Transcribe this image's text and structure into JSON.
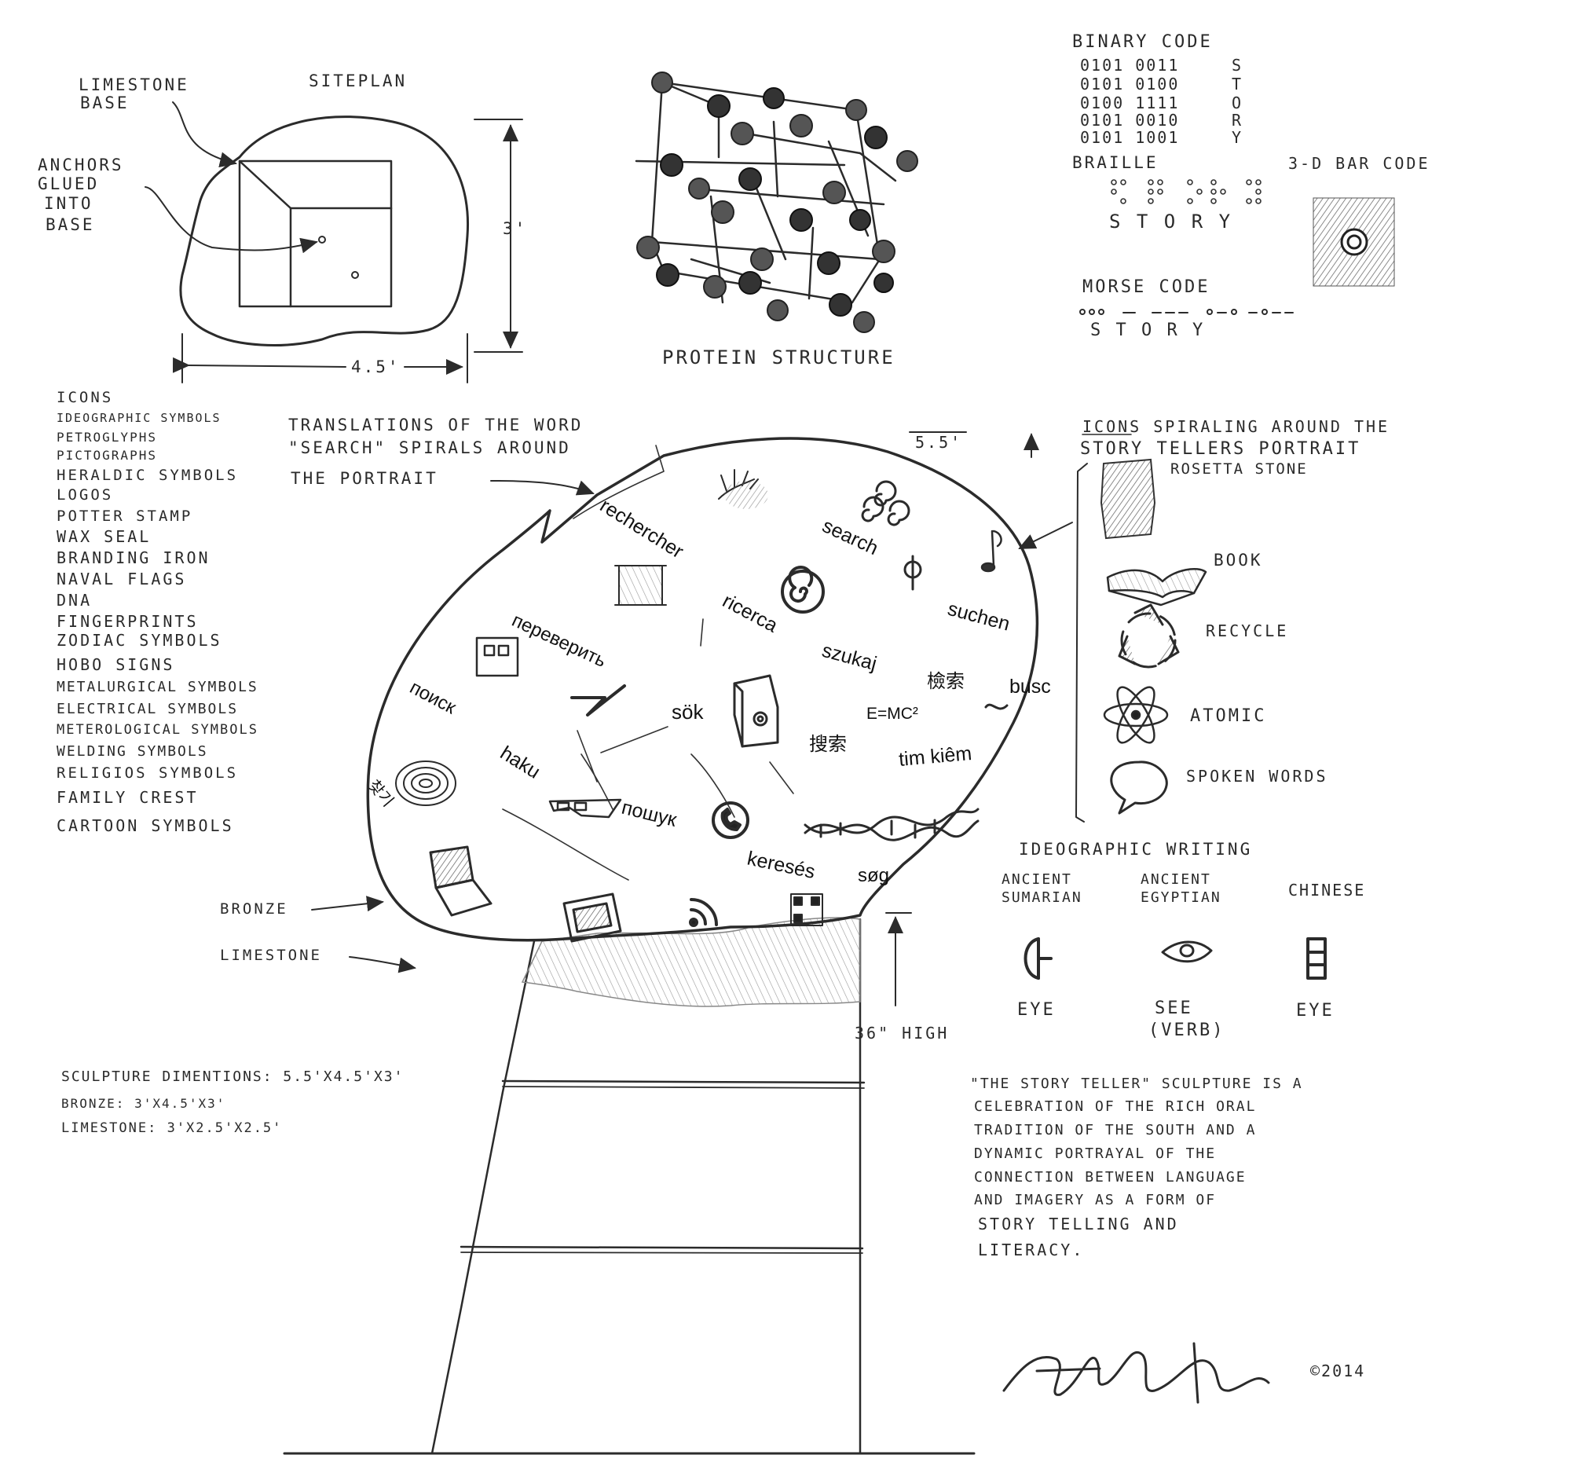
{
  "site_plan": {
    "title": "SITEPLAN",
    "label_limestone_base": [
      "LIMESTONE",
      "BASE"
    ],
    "label_anchors": [
      "ANCHORS",
      "GLUED",
      "INTO",
      "BASE"
    ],
    "dim_depth": "3'",
    "dim_width": "4.5'"
  },
  "protein": {
    "label": "PROTEIN STRUCTURE"
  },
  "codes": {
    "binary_title": "BINARY CODE",
    "binary_rows": [
      {
        "bits": "0101 0011",
        "letter": "S"
      },
      {
        "bits": "0101 0100",
        "letter": "T"
      },
      {
        "bits": "0100 1111",
        "letter": "O"
      },
      {
        "bits": "0101 0010",
        "letter": "R"
      },
      {
        "bits": "0101 1001",
        "letter": "Y"
      }
    ],
    "braille_title": "BRAILLE",
    "braille_word": "S T O R Y",
    "barcode_title": "3-D BAR CODE",
    "morse_title": "MORSE CODE",
    "morse_word": "S  T  O  R  Y"
  },
  "icons_list": {
    "items": [
      "ICONS",
      "IDEOGRAPHIC SYMBOLS",
      "PETROGLYPHS",
      "PICTOGRAPHS",
      "HERALDIC SYMBOLS",
      "LOGOS",
      "POTTER STAMP",
      "WAX SEAL",
      "BRANDING IRON",
      "NAVAL FLAGS",
      "DNA",
      "FINGERPRINTS",
      "ZODIAC SYMBOLS",
      "HOBO SIGNS",
      "METALURGICAL SYMBOLS",
      "ELECTRICAL SYMBOLS",
      "METEROLOGICAL SYMBOLS",
      "WELDING SYMBOLS",
      "RELIGIOS SYMBOLS",
      "FAMILY CREST",
      "CARTOON SYMBOLS"
    ]
  },
  "translations_note": {
    "lines": [
      "TRANSLATIONS OF THE WORD",
      "\"SEARCH\" SPIRALS AROUND",
      "THE PORTRAIT"
    ]
  },
  "icons_spiral": {
    "title_line1": "ICONS SPIRALING AROUND THE",
    "title_line2": "STORY TELLERS PORTRAIT",
    "height_label": "5.5'",
    "legend": [
      {
        "label": "ROSETTA STONE",
        "icon": "rosetta-stone-icon"
      },
      {
        "label": "BOOK",
        "icon": "book-icon"
      },
      {
        "label": "RECYCLE",
        "icon": "recycle-icon"
      },
      {
        "label": "ATOMIC",
        "icon": "atom-icon"
      },
      {
        "label": "SPOKEN WORDS",
        "icon": "speech-bubble-icon"
      }
    ]
  },
  "sculpture_words": {
    "words": [
      "rechercher",
      "search",
      "ricerca",
      "suchen",
      "szukaj",
      "переверить",
      "поиск",
      "sök",
      "haku",
      "пошук",
      "keresés",
      "søg",
      "tim kiêm",
      "檢索",
      "搜索",
      "busc",
      "찾기",
      "E=MC²"
    ]
  },
  "materials": {
    "bronze": "BRONZE",
    "limestone": "LIMESTONE",
    "base_height": "36\" HIGH"
  },
  "ideographic": {
    "title": "IDEOGRAPHIC WRITING",
    "columns": [
      {
        "header": [
          "ANCIENT",
          "SUMARIAN"
        ],
        "meaning": [
          "EYE"
        ],
        "icon": "sumerian-eye-icon"
      },
      {
        "header": [
          "ANCIENT",
          "EGYPTIAN"
        ],
        "meaning": [
          "SEE",
          "(VERB)"
        ],
        "icon": "egyptian-eye-icon"
      },
      {
        "header": [
          "CHINESE"
        ],
        "meaning": [
          "EYE"
        ],
        "icon": "chinese-eye-icon"
      }
    ]
  },
  "dimensions": {
    "lines": [
      "SCULPTURE DIMENTIONS: 5.5'X4.5'X3'",
      "BRONZE: 3'X4.5'X3'",
      "LIMESTONE: 3'X2.5'X2.5'"
    ]
  },
  "description": {
    "lines": [
      "\"THE STORY TELLER\" SCULPTURE IS A",
      "CELEBRATION OF THE RICH ORAL",
      "TRADITION OF THE SOUTH AND A",
      "DYNAMIC PORTRAYAL OF THE",
      "CONNECTION BETWEEN LANGUAGE",
      "AND IMAGERY AS A FORM OF",
      "STORY TELLING AND",
      "LITERACY."
    ]
  },
  "signature": {
    "copyright": "©2014"
  }
}
